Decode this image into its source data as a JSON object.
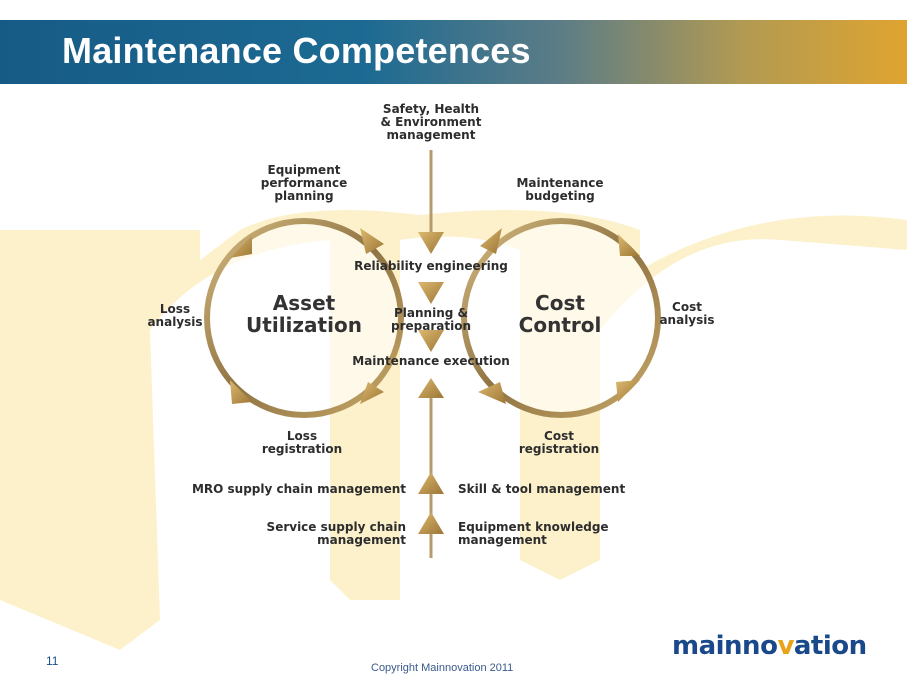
{
  "slide": {
    "title": "Maintenance Competences",
    "number": "11",
    "copyright": "Copyright Mainnovation 2011",
    "logo": {
      "part1": "mainno",
      "accent": "v",
      "part2": "ation"
    }
  },
  "diagram": {
    "circles": {
      "left": "Asset\nUtilization",
      "right": "Cost\nControl"
    },
    "top_input": "Safety, Health\n& Environment\nmanagement",
    "left_cycle": {
      "top": "Equipment\nperformance\nplanning",
      "left": "Loss\nanalysis",
      "bottom": "Loss\nregistration"
    },
    "right_cycle": {
      "top": "Maintenance\nbudgeting",
      "right": "Cost\nanalysis",
      "bottom": "Cost\nregistration"
    },
    "center_steps": [
      "Reliability engineering",
      "Planning & preparation",
      "Maintenance execution"
    ],
    "bottom_left": [
      "MRO supply chain management",
      "Service supply chain management"
    ],
    "bottom_right": [
      "Skill & tool management",
      "Equipment knowledge management"
    ]
  },
  "colors": {
    "arrow_gold": "#c49a4b",
    "ring_gold": "#b08e52",
    "title_blue": "#165b86",
    "title_gold": "#dfa430",
    "watermark": "#fdf1cc"
  }
}
